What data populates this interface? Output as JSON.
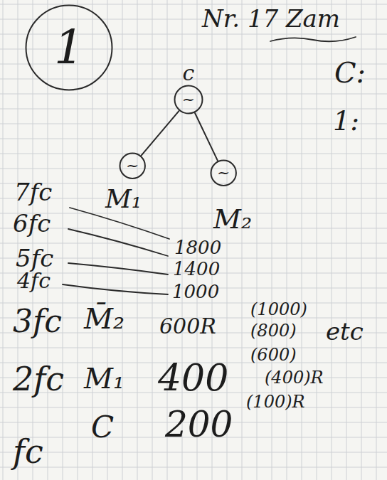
{
  "diagram": {
    "nodes": [
      {
        "text": [
          "1"
        ]
      },
      {
        "text": [
          "c",
          "~"
        ]
      },
      {
        "text": [
          "~"
        ]
      },
      {
        "text": [
          "~"
        ]
      }
    ],
    "edges": [
      {
        "from": 1,
        "to": 2,
        "arrow": "none"
      },
      {
        "from": 1,
        "to": 3,
        "arrow": "none"
      }
    ],
    "labels": [
      "Nr. 17 Zam",
      "C:",
      "1:",
      "M₁",
      "M₂",
      "7fc",
      "6fc",
      "5fc",
      "4fc",
      "1800",
      "1400",
      "1000",
      "3fc",
      "M̄₂",
      "600R",
      "(1000)",
      "(800)",
      "etc",
      "2fc",
      "M₁",
      "400",
      "(600)",
      "(400)R",
      "(100)R",
      "fc",
      "C",
      "200"
    ]
  }
}
